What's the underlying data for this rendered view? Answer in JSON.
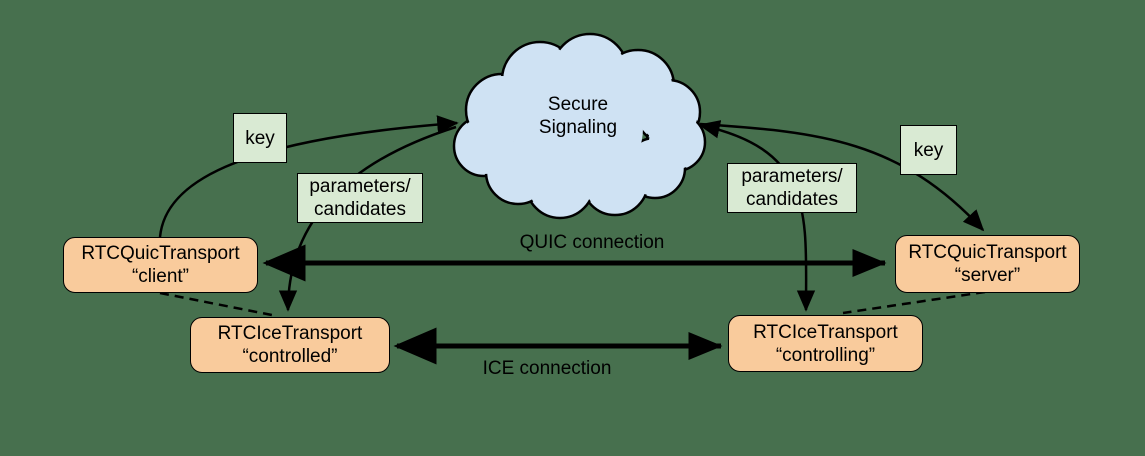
{
  "colors": {
    "background": "#47704e",
    "cloud_fill": "#cfe2f3",
    "green_box": "#d9ead3",
    "orange_box": "#f9cb9c",
    "line": "#000000"
  },
  "cloud": {
    "line1": "Secure",
    "line2": "Signaling"
  },
  "labels": {
    "key_left": "key",
    "key_right": "key",
    "params_left_line1": "parameters/",
    "params_left_line2": "candidates",
    "params_right_line1": "parameters/",
    "params_right_line2": "candidates",
    "quic_connection": "QUIC connection",
    "ice_connection": "ICE connection"
  },
  "boxes": {
    "quic_client": {
      "line1": "RTCQuicTransport",
      "line2": "“client”"
    },
    "quic_server": {
      "line1": "RTCQuicTransport",
      "line2": "“server”"
    },
    "ice_controlled": {
      "line1": "RTCIceTransport",
      "line2": "“controlled”"
    },
    "ice_controlling": {
      "line1": "RTCIceTransport",
      "line2": "“controlling”"
    }
  }
}
